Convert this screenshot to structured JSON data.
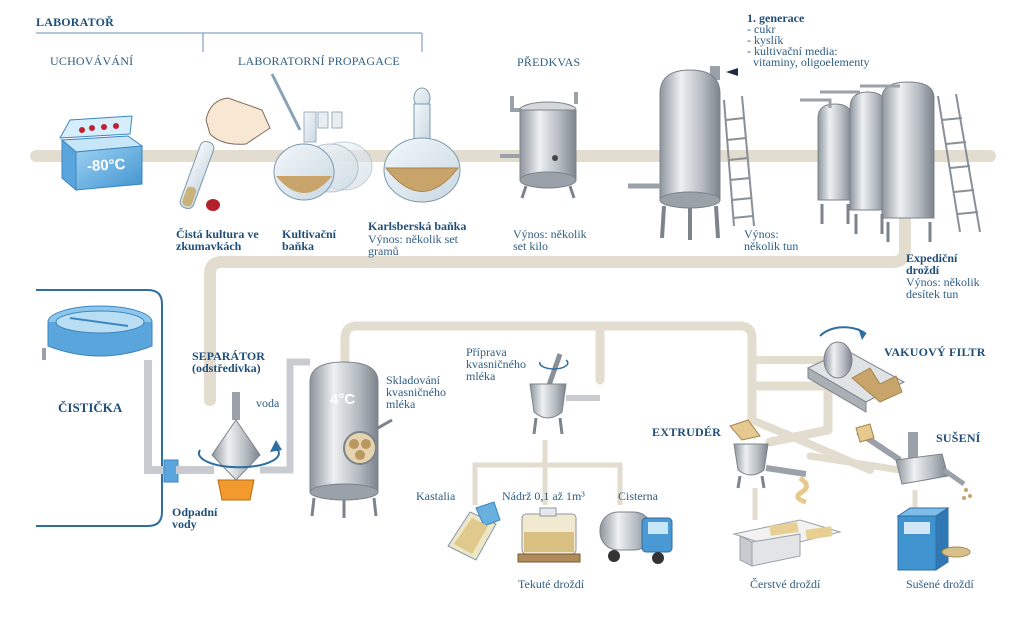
{
  "header": {
    "laborator": "LABORATOŘ",
    "uchovavani": "UCHOVÁVÁNÍ",
    "laboratorni_propagace": "LABORATORNÍ PROPAGACE",
    "predkvas": "PŘEDKVAS"
  },
  "stages": {
    "freezer_temp": "-80°C",
    "pure_culture": "Čistá kultura ve\nzkumavkách",
    "culture_flask": "Kultivační\nbaňka",
    "karlsberg_title": "Karlsberská baňka",
    "karlsberg_yield": "Výnos: několik set\ngramů",
    "predkvas_yield": "Výnos: několik\nset kilo",
    "generation_title": "1. generace",
    "generation_items": "- cukr\n- kyslík\n- kultivační media:\n  vitaminy, oligoelementy",
    "first_gen_yield": "Výnos:\nněkolik tun",
    "expedition_title": "Expediční\ndroždí",
    "expedition_yield": "Výnos: několik\ndesítek tun"
  },
  "processing": {
    "cisticka": "ČISTIČKA",
    "separator": "SEPARÁTOR\n(odstředivka)",
    "voda": "voda",
    "odpadni_vody": "Odpadní\nvody",
    "storage_temp": "4°C",
    "storage": "Skladování\nkvasničného\nmléka",
    "priprava": "Příprava\nkvasničného\nmléka",
    "vakuovy_filtr": "VAKUOVÝ FILTR",
    "extruder": "EXTRUDÉR",
    "suseni": "SUŠENÍ"
  },
  "products": {
    "kastalia": "Kastalia",
    "nadrz": "Nádrž 0,1 až 1m³",
    "cisterna": "Cisterna",
    "tekute": "Tekuté droždí",
    "cerstve": "Čerstvé droždí",
    "susene": "Sušené droždí"
  },
  "colors": {
    "pipe": "#e3ddd0",
    "text": "#2f5d83",
    "steel": "#b9bec4",
    "yeast": "#c9a46a"
  }
}
